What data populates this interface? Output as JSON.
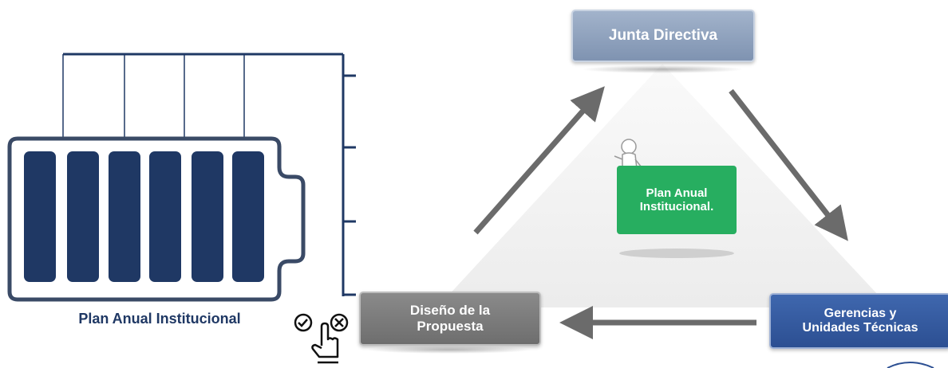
{
  "battery": {
    "caption": "Plan Anual  Institucional",
    "color": "#1f3864",
    "cell_count": 6
  },
  "cycle": {
    "top_node": "Junta Directiva",
    "left_node": [
      "Diseño de la",
      "Propuesta"
    ],
    "right_node": [
      "Gerencias y",
      "Unidades Técnicas"
    ],
    "center_node": [
      "Plan Anual",
      "Institucional."
    ]
  },
  "colors": {
    "top_node": "#8fa1bd",
    "left_node": "#7a7a7a",
    "right_node": "#355ca0",
    "center_node": "#27ae60",
    "arrow": "#6b6b6b"
  },
  "icons": [
    "check-circle-icon",
    "x-circle-icon",
    "pointing-hand-icon",
    "person-figure-icon"
  ]
}
